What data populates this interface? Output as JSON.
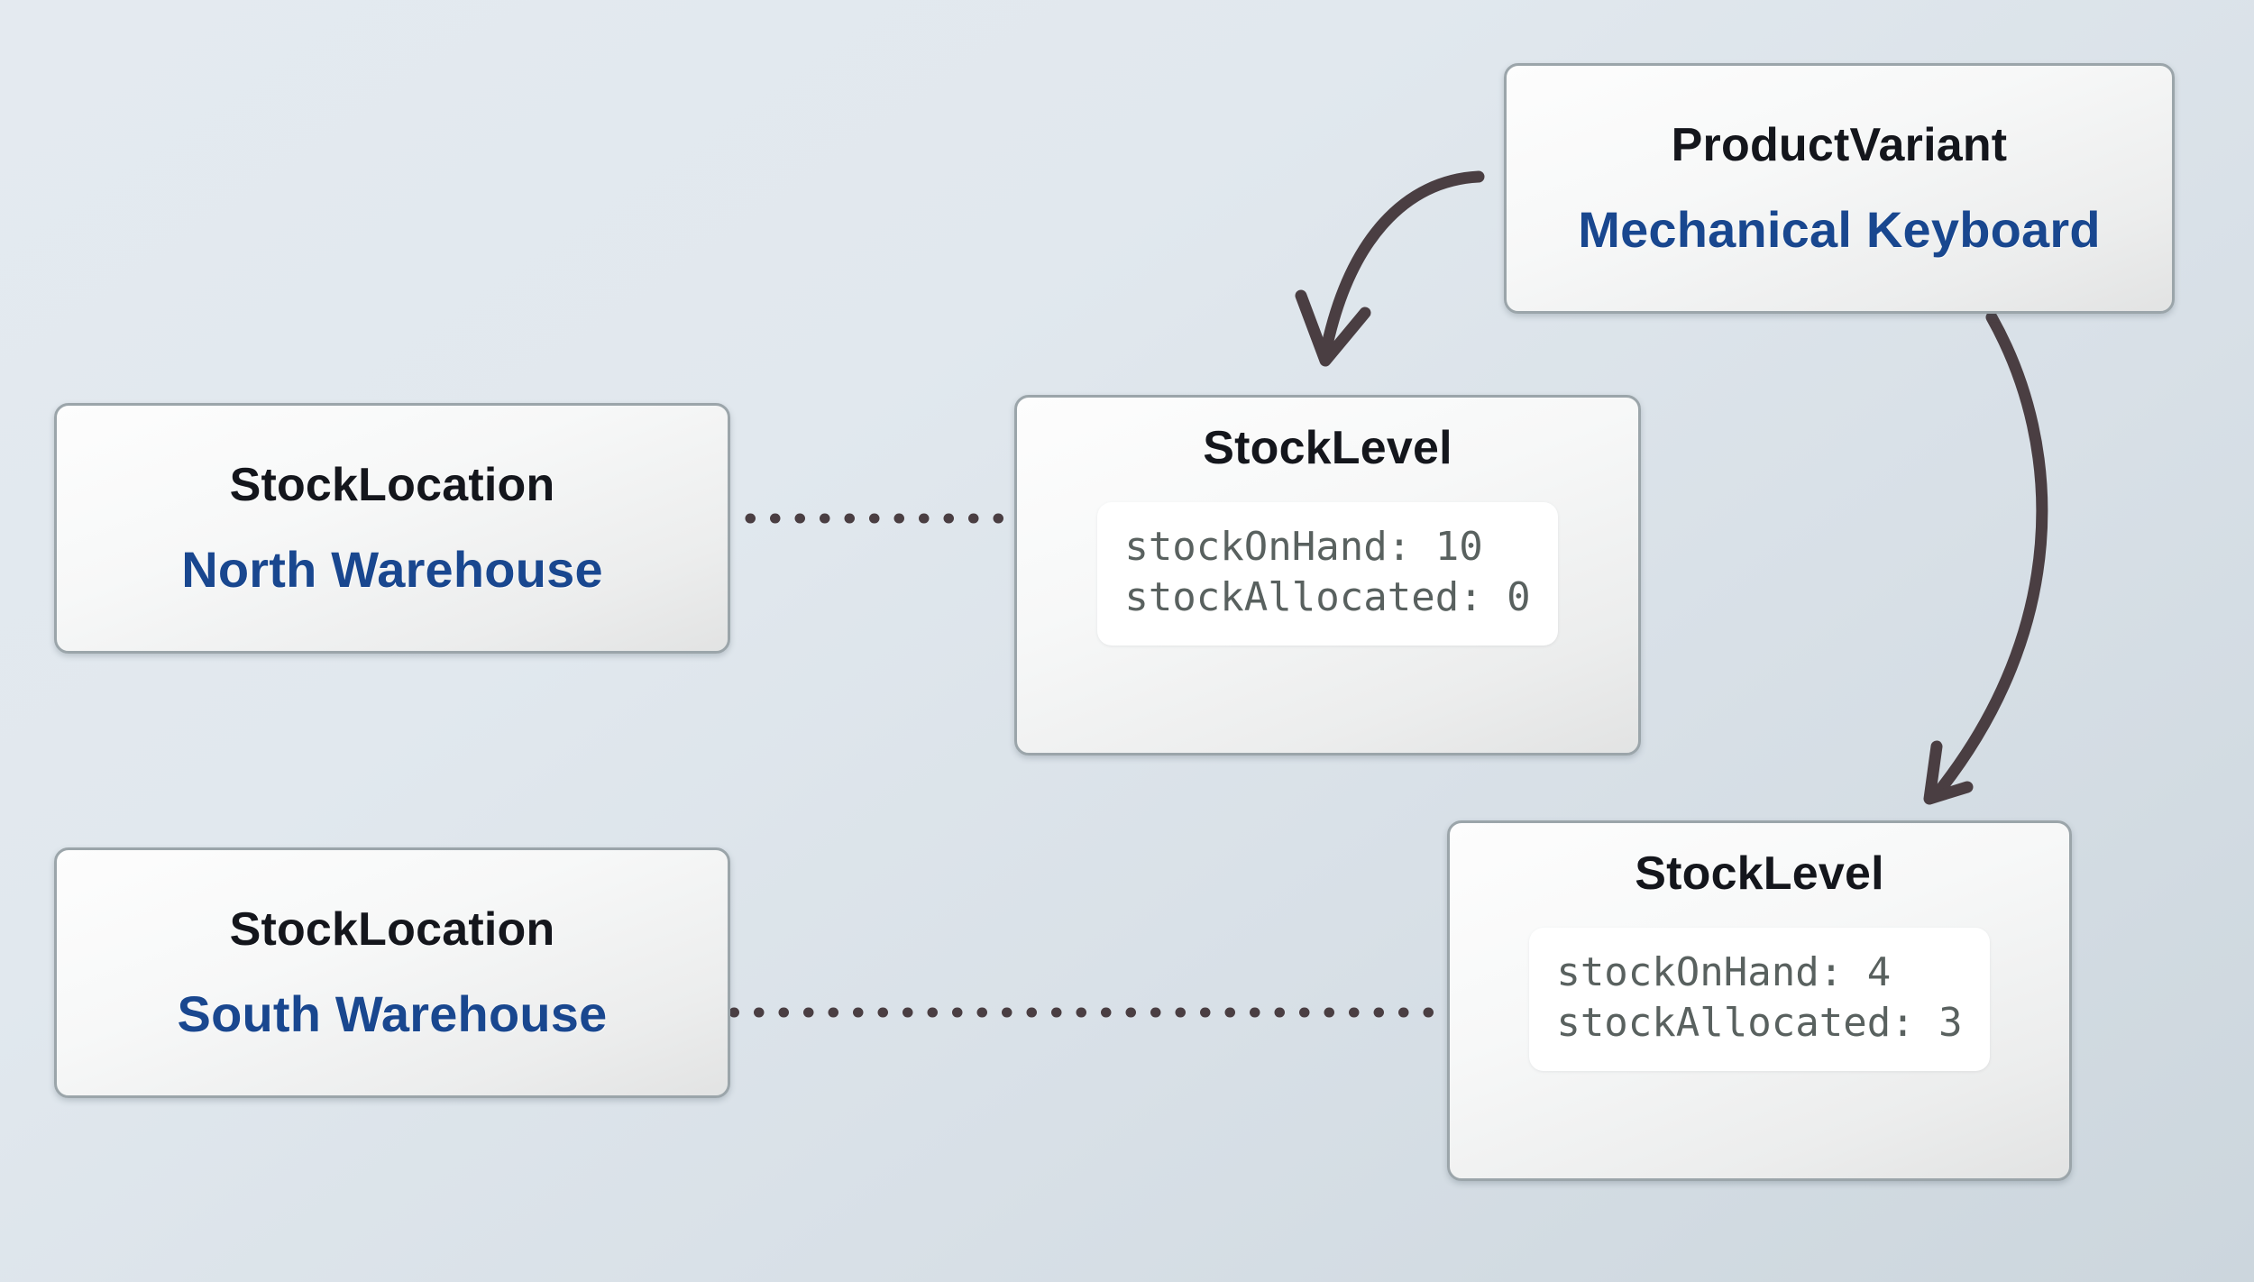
{
  "diagram": {
    "type": "entity-relationship",
    "background_top": "#e4eaf0",
    "background_bottom": "#ccd6dd",
    "node_border_color": "#9ba5aa",
    "title_color": "#14161c",
    "subtitle_color": "#19478f",
    "code_text_color": "#59615f",
    "edge_color": "#4a3e42"
  },
  "nodes": {
    "product_variant": {
      "title": "ProductVariant",
      "subtitle": "Mechanical Keyboard"
    },
    "stock_location_north": {
      "title": "StockLocation",
      "subtitle": "North Warehouse"
    },
    "stock_location_south": {
      "title": "StockLocation",
      "subtitle": "South Warehouse"
    },
    "stock_level_north": {
      "title": "StockLevel",
      "fields": {
        "stock_on_hand": "stockOnHand: 10",
        "stock_allocated": "stockAllocated: 0"
      }
    },
    "stock_level_south": {
      "title": "StockLevel",
      "fields": {
        "stock_on_hand": "stockOnHand: 4",
        "stock_allocated": "stockAllocated: 3"
      }
    }
  },
  "edges": [
    {
      "name": "product-variant-to-stock-level-north",
      "style": "curved-arrow",
      "from": "product_variant",
      "to": "stock_level_north"
    },
    {
      "name": "product-variant-to-stock-level-south",
      "style": "curved-arrow",
      "from": "product_variant",
      "to": "stock_level_south"
    },
    {
      "name": "stock-location-north-to-stock-level-north",
      "style": "dotted-line",
      "from": "stock_location_north",
      "to": "stock_level_north"
    },
    {
      "name": "stock-location-south-to-stock-level-south",
      "style": "dotted-line",
      "from": "stock_location_south",
      "to": "stock_level_south"
    }
  ]
}
